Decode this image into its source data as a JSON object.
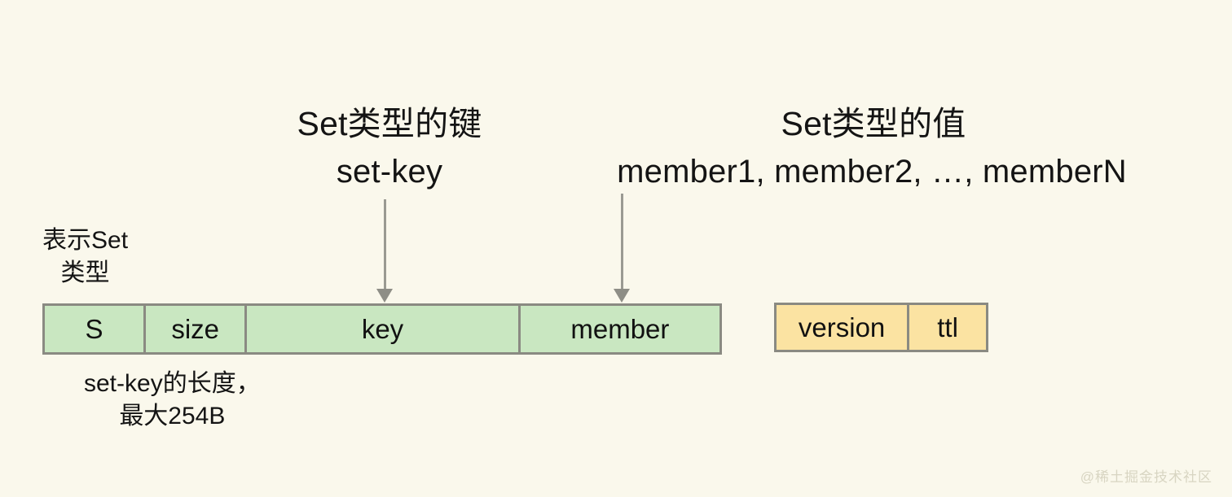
{
  "background_color": "#faf8ec",
  "palette": {
    "key_cell_fill": "#c9e7c1",
    "meta_cell_fill": "#fbe3a2",
    "cell_border": "#8a8a82",
    "arrow_color": "#9a9a92",
    "text_color": "#141414",
    "watermark_color": "#d8d5c2"
  },
  "annotations": {
    "key_group": {
      "title": "Set类型的键",
      "subtitle": "set-key"
    },
    "value_group": {
      "title": "Set类型的值",
      "subtitle": "member1, member2, …, memberN"
    },
    "type_flag": {
      "line1": "表示Set",
      "line2": "类型"
    },
    "size_note": {
      "line1": "set-key的长度，",
      "line2": "最大254B"
    }
  },
  "key_record": {
    "name": "set-key-encoding",
    "cells": [
      {
        "label": "S",
        "name": "cell-type-flag"
      },
      {
        "label": "size",
        "name": "cell-size"
      },
      {
        "label": "key",
        "name": "cell-key"
      },
      {
        "label": "member",
        "name": "cell-member"
      }
    ]
  },
  "meta_record": {
    "name": "set-value-encoding",
    "cells": [
      {
        "label": "version",
        "name": "cell-version"
      },
      {
        "label": "ttl",
        "name": "cell-ttl"
      }
    ]
  },
  "arrows": [
    {
      "name": "arrow-to-key-cell",
      "target": "key"
    },
    {
      "name": "arrow-to-member-cell",
      "target": "member"
    }
  ],
  "watermark": "@稀土掘金技术社区"
}
